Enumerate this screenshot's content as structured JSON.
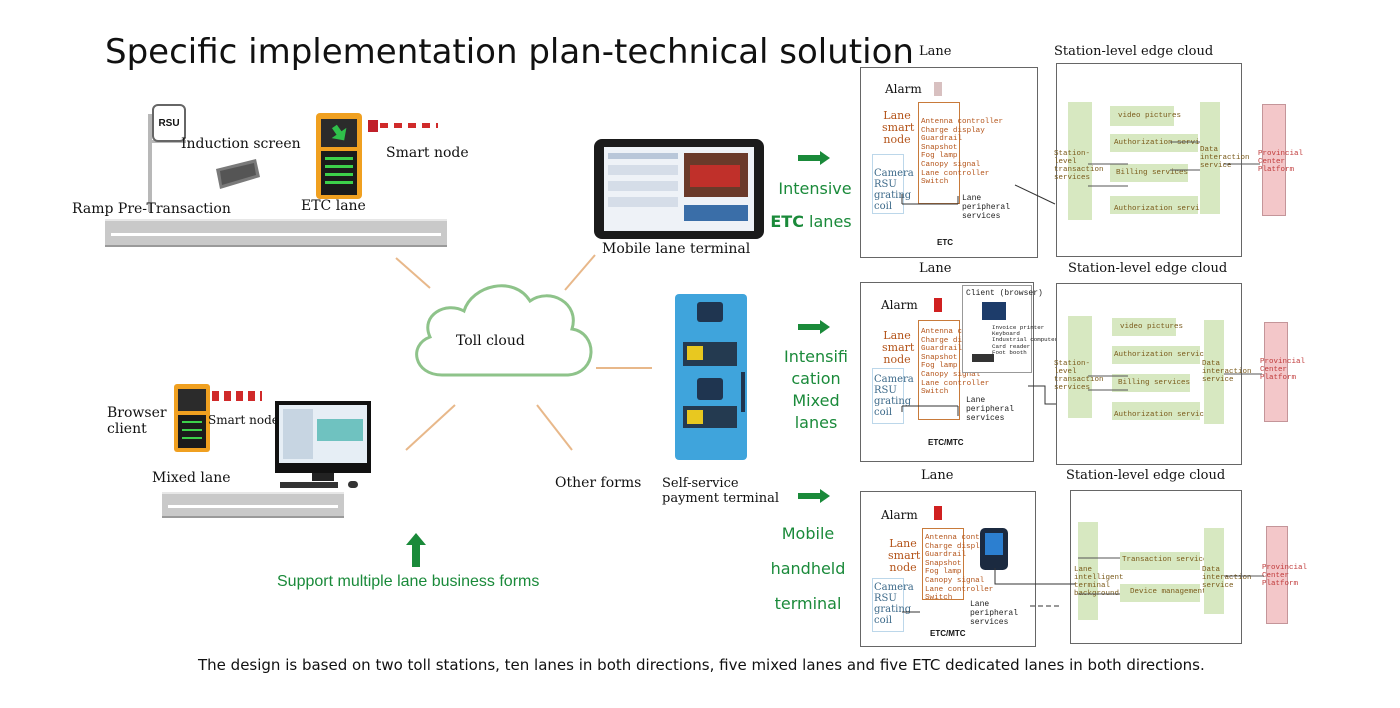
{
  "title": "Specific implementation plan-technical solution",
  "footer": "The design is based on two toll stations, ten lanes in both directions, five mixed lanes and five ETC dedicated lanes in both directions.",
  "colors": {
    "green": "#1a8a3a",
    "orange": "#b4541a",
    "service_green": "#d7e8c1",
    "provincial_pink": "#f3c7c9"
  },
  "left": {
    "rsu": "RSU",
    "induction_screen": "Induction screen",
    "smart_node": "Smart node",
    "ramp": "Ramp Pre-Transaction",
    "etc_lane": "ETC lane",
    "toll_cloud": "Toll cloud",
    "browser_client": "Browser client",
    "smart_node_small": "Smart node",
    "mixed_lane": "Mixed lane",
    "other_forms": "Other forms",
    "self_service": "Self-service payment terminal",
    "mobile_terminal": "Mobile lane terminal",
    "support": "Support multiple lane business forms"
  },
  "side_labels": {
    "intensive": "Intensive",
    "etc_lanes_bold": "ETC",
    "etc_lanes_rest": " lanes",
    "mixed": [
      "Intensifi",
      "cation",
      "Mixed",
      "lanes"
    ],
    "mobile": [
      "Mobile",
      "handheld",
      "terminal"
    ]
  },
  "panels": {
    "lane": "Lane",
    "station": "Station-level edge cloud",
    "alarm": "Alarm",
    "lane_smart_node": "Lane smart node",
    "camera": "Camera RSU grating coil",
    "peripheral": "Lane peripheral services",
    "etc": "ETC",
    "etc_mtc": "ETC/MTC",
    "orange_list": "Antenna controller\nCharge display\nGuardrail\nSnapshot\nFog lamp\nCanopy signal\nLane controller\nSwitch",
    "client_browser": "Client (browser)",
    "client_list": "Invoice printer\nKeyboard\nIndustrial computer\nCard reader\nFoot booth",
    "station_tx": "Station-level transaction services",
    "video": "video pictures",
    "auth": "Authorization service",
    "billing": "Billing services",
    "data_interaction": "Data interaction service",
    "provincial": "Provincial Center Platform",
    "lane_intelligent": "Lane intelligent terminal background",
    "transaction": "Transaction services",
    "device_mgmt": "Device management"
  }
}
